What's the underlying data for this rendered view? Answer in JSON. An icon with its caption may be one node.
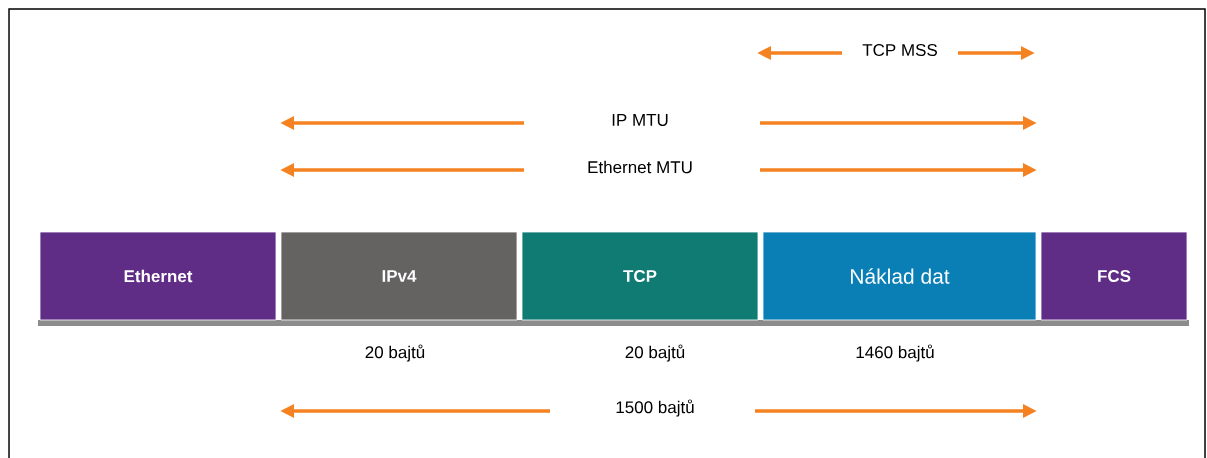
{
  "diagram": {
    "nodes": [
      {
        "text": [
          "Ethernet"
        ]
      },
      {
        "text": [
          "IPv4"
        ],
        "beside": [
          "20 bajtů"
        ]
      },
      {
        "text": [
          "TCP"
        ],
        "beside": [
          "20 bajtů"
        ]
      },
      {
        "text": [
          "Náklad dat"
        ],
        "beside": [
          "1460 bajtů"
        ]
      },
      {
        "text": [
          "FCS"
        ]
      }
    ],
    "labels": [
      "TCP MSS",
      "IP MTU",
      "Ethernet MTU",
      "1500 bajtů"
    ]
  }
}
